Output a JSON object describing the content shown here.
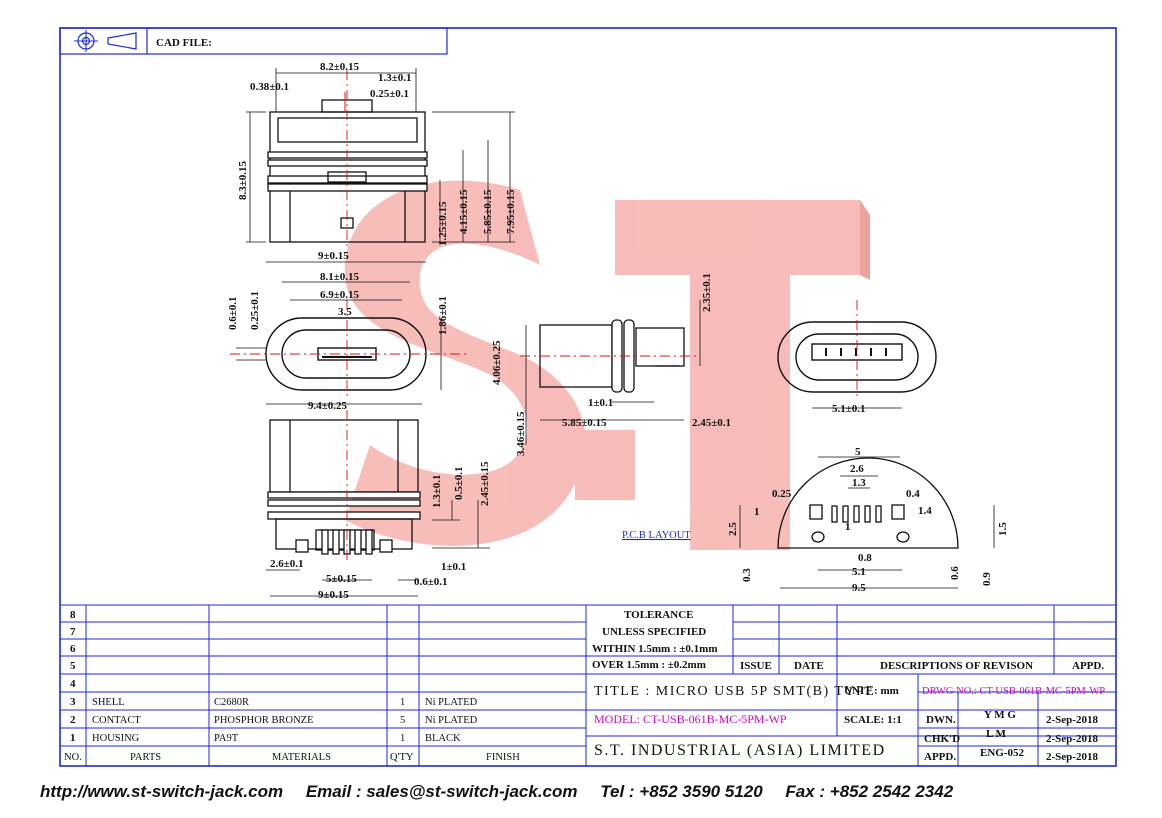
{
  "header": {
    "cad_file_label": "CAD FILE:"
  },
  "watermark": {
    "text": "ST",
    "color": "#f4a8a8"
  },
  "colors": {
    "border": "#1a2bd6",
    "magenta": "#d400c8",
    "line": "#111111",
    "red_center": "#e01010"
  },
  "dims": {
    "top_view": [
      "8.2±0.15",
      "1.3±0.1",
      "0.38±0.1",
      "0.25±0.1",
      "8.3±0.15",
      "1.25±0.15",
      "4.15±0.15",
      "5.85±0.15",
      "7.95±0.15"
    ],
    "front_view": [
      "9±0.15",
      "8.1±0.15",
      "6.9±0.15",
      "3.5",
      "0.6±0.1",
      "0.25±0.1",
      "1.86±0.1"
    ],
    "side_view": [
      "2.35±0.1",
      "4.06±0.25",
      "3.46±0.15",
      "1±0.1",
      "5.85±0.15",
      "2.45±0.1"
    ],
    "right_view": [
      "5.1±0.1"
    ],
    "bottom_view": [
      "9.4±0.25",
      "1.3±0.1",
      "0.5±0.1",
      "2.45±0.15",
      "2.6±0.1",
      "1±0.1",
      "5±0.15",
      "0.6±0.1",
      "9±0.15"
    ],
    "pcb_layout": {
      "label": "P.C.B LAYOUT",
      "values": [
        "5",
        "2.6",
        "1.3",
        "0.25",
        "0.4",
        "1",
        "1.4",
        "2.5",
        "1",
        "1.5",
        "0.8",
        "5.1",
        "0.3",
        "9.5",
        "0.6",
        "0.9"
      ]
    }
  },
  "parts_table": {
    "row_numbers": [
      "8",
      "7",
      "6",
      "5",
      "4"
    ],
    "rows": [
      {
        "no": "3",
        "part": "SHELL",
        "material": "C2680R",
        "qty": "1",
        "finish": "Ni PLATED"
      },
      {
        "no": "2",
        "part": "CONTACT",
        "material": "PHOSPHOR BRONZE",
        "qty": "5",
        "finish": "Ni PLATED"
      },
      {
        "no": "1",
        "part": "HOUSING",
        "material": "PA9T",
        "qty": "1",
        "finish": "BLACK"
      }
    ],
    "headers": {
      "no": "NO.",
      "parts": "PARTS",
      "materials": "MATERIALS",
      "qty": "Q'TY",
      "finish": "FINISH"
    }
  },
  "tolerance": {
    "line1": "TOLERANCE",
    "line2": "UNLESS  SPECIFIED",
    "within": "WITHIN  1.5mm : ±0.1mm",
    "over": "OVER    1.5mm : ±0.2mm"
  },
  "revision": {
    "issue": "ISSUE",
    "date": "DATE",
    "descriptions": "DESCRIPTIONS OF REVISON",
    "appd": "APPD."
  },
  "title_block": {
    "title": "TITLE : MICRO USB 5P SMT(B) TYPE",
    "unit": "UNIT :   mm",
    "drwg_no": "DRWG NO.: CT-USB-061B-MC-5PM-WP",
    "model": "MODEL: CT-USB-061B-MC-5PM-WP",
    "scale": "SCALE:  1:1",
    "company": "S.T. INDUSTRIAL (ASIA) LIMITED",
    "dwn_label": "DWN.",
    "dwn_value": "Y M G",
    "dwn_date": "2-Sep-2018",
    "chkd_label": "CHK'D",
    "chkd_value": "L M",
    "chkd_date": "2-Sep-2018",
    "appd_label": "APPD.",
    "appd_value": "ENG-052",
    "appd_date": "2-Sep-2018"
  },
  "contact": {
    "web": "http://www.st-switch-jack.com",
    "email": "Email : sales@st-switch-jack.com",
    "tel": "Tel : +852 3590 5120",
    "fax": "Fax : +852 2542 2342"
  }
}
